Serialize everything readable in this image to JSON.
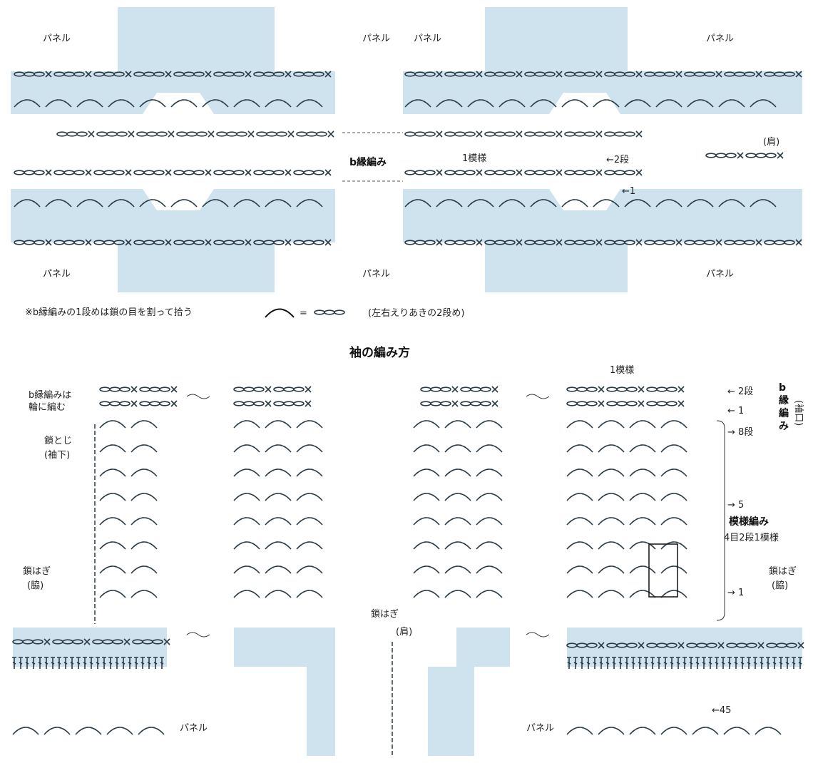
{
  "colors": {
    "fill": "#cfe3ee",
    "ink": "#2a3a44",
    "accent": "#111111"
  },
  "top": {
    "panel_label": "パネル",
    "border_label": "b縁編み",
    "pattern_label": "1模様",
    "row2": "←2段",
    "row1": "←1",
    "shoulder": "(肩)"
  },
  "note": {
    "pickup": "※b縁編みの1段めは鎖の目を割って拾う",
    "equals": "=",
    "second_row": "(左右えりあきの2段め)"
  },
  "sleeve": {
    "title": "袖の編み方",
    "border_round": [
      "b縁編みは",
      "輪に編む"
    ],
    "slip_join": "鎖とじ",
    "underarm": "(袖下)",
    "chain_join": "鎖はぎ",
    "side": "(脇)",
    "shoulder": "(肩)",
    "pattern_label": "1模様",
    "row2": "← 2段",
    "row1": "← 1",
    "row8": "→ 8段",
    "row5": "→ 5",
    "pattern_stitch": "模様編み",
    "repeat": "4目2段1模様",
    "row1b": "→ 1",
    "row45": "←45",
    "border_vert": [
      "b",
      "縁",
      "編",
      "み"
    ],
    "cuff": "(袖口)",
    "panel_label": "パネル"
  }
}
